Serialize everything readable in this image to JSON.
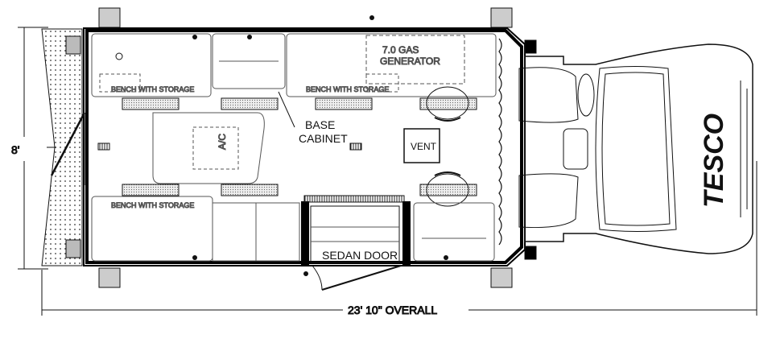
{
  "dimensions": {
    "width_label": "8'",
    "length_label": "23' 10\" OVERALL"
  },
  "labels": {
    "generator": [
      "7.0 GAS",
      "GENERATOR"
    ],
    "bench_top_left": "BENCH WITH STORAGE",
    "bench_top_right": "BENCH WITH STORAGE",
    "bench_bottom_left": "BENCH WITH STORAGE",
    "base_cabinet": [
      "BASE",
      "CABINET"
    ],
    "ac": "A/C",
    "vent": "VENT",
    "sedan_door": "SEDAN DOOR"
  },
  "brand": {
    "logo_text": "TESCO"
  },
  "colors": {
    "line": "#111111",
    "wall": "#000000",
    "floor": "#ffffff",
    "light_line": "#888888",
    "hatch": "#d8d8d8"
  }
}
